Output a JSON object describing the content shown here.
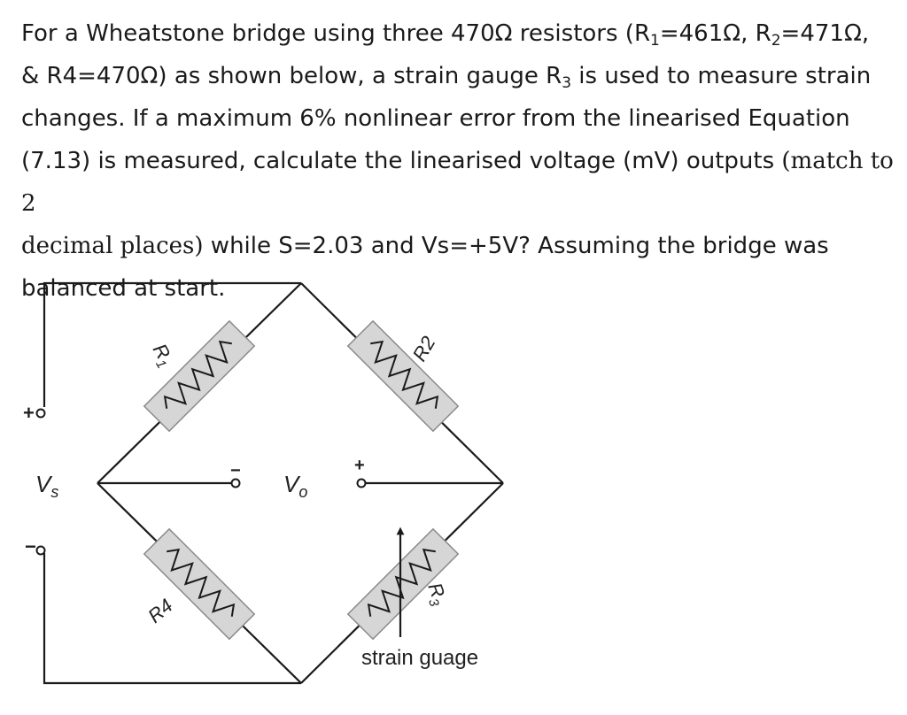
{
  "question": {
    "s1": "For a Wheatstone bridge using three 470Ω resistors (R",
    "sub1": "1",
    "s2": "=461Ω, R",
    "sub2": "2",
    "s3": "=471Ω,",
    "s4": "& R4=470Ω) as shown below, a strain gauge R",
    "sub3": "3",
    "s5": " is used to measure strain",
    "line3": "changes. If a maximum 6% nonlinear error from the linearised Equation",
    "s6": "(7.13) is measured, calculate the linearised voltage (mV) outputs ",
    "serif1": "(match to 2",
    "serif2": "decimal places)",
    "s7": " while S=2.03 and Vs=+5V? Assuming the bridge was",
    "line6": "balanced at start."
  },
  "diagram": {
    "r1_label": "R",
    "r1_sub": "1",
    "r2_label": "R2",
    "r3_label": "R",
    "r3_sub": "3",
    "r4_label": "R4",
    "vs_label": "V",
    "vs_sub": "s",
    "vo_label": "V",
    "vo_sub": "o",
    "plus": "+",
    "minus": "−",
    "strain_caption": "strain guage"
  },
  "colors": {
    "wire": "#1a1a1a",
    "resistor_fill": "#d6d6d6",
    "resistor_stroke": "#8a8a8a"
  }
}
